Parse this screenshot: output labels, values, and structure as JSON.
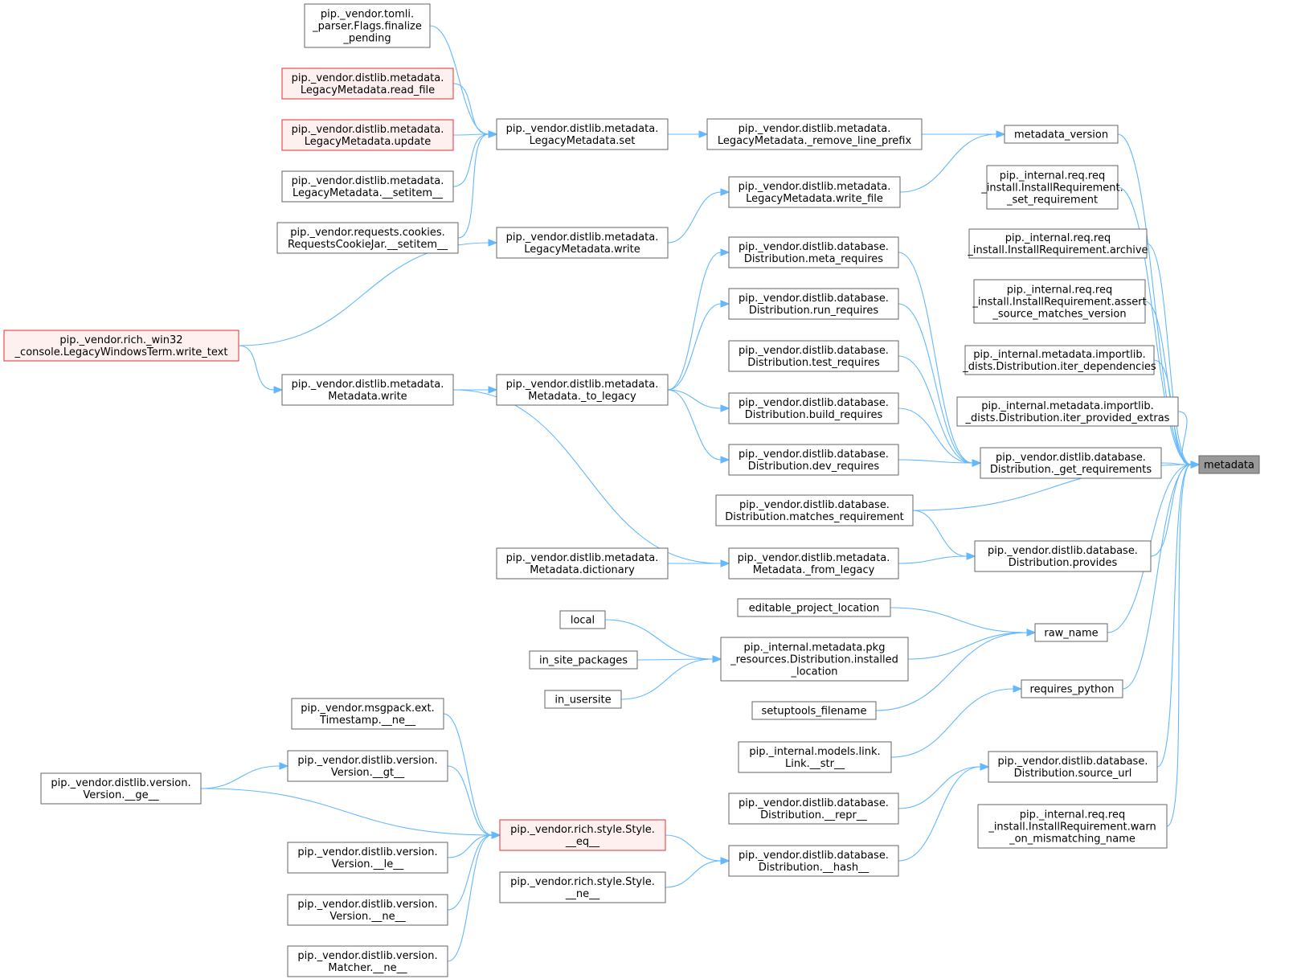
{
  "colors": {
    "edge": "#63b8ff",
    "node_border": "#666666",
    "highlight_border": "#e03030",
    "highlight_fill": "#fff0f0",
    "focus_fill": "#999999"
  },
  "nodes": [
    {
      "id": "metadata",
      "lines": [
        "metadata"
      ],
      "style": "focus"
    },
    {
      "id": "metadata_version",
      "lines": [
        "metadata_version"
      ],
      "style": "normal"
    },
    {
      "id": "set_requirement",
      "lines": [
        "pip._internal.req.req",
        "_install.InstallRequirement.",
        "_set_requirement"
      ],
      "style": "normal"
    },
    {
      "id": "archive",
      "lines": [
        "pip._internal.req.req",
        "_install.InstallRequirement.archive"
      ],
      "style": "normal"
    },
    {
      "id": "assert_source",
      "lines": [
        "pip._internal.req.req",
        "_install.InstallRequirement.assert",
        "_source_matches_version"
      ],
      "style": "normal"
    },
    {
      "id": "iter_dependencies",
      "lines": [
        "pip._internal.metadata.importlib.",
        "_dists.Distribution.iter_dependencies"
      ],
      "style": "normal"
    },
    {
      "id": "iter_provided_extras",
      "lines": [
        "pip._internal.metadata.importlib.",
        "_dists.Distribution.iter_provided_extras"
      ],
      "style": "normal"
    },
    {
      "id": "get_requirements",
      "lines": [
        "pip._vendor.distlib.database.",
        "Distribution._get_requirements"
      ],
      "style": "normal"
    },
    {
      "id": "matches_requirement",
      "lines": [
        "pip._vendor.distlib.database.",
        "Distribution.matches_requirement"
      ],
      "style": "normal"
    },
    {
      "id": "provides",
      "lines": [
        "pip._vendor.distlib.database.",
        "Distribution.provides"
      ],
      "style": "normal"
    },
    {
      "id": "raw_name",
      "lines": [
        "raw_name"
      ],
      "style": "normal"
    },
    {
      "id": "requires_python",
      "lines": [
        "requires_python"
      ],
      "style": "normal"
    },
    {
      "id": "source_url",
      "lines": [
        "pip._vendor.distlib.database.",
        "Distribution.source_url"
      ],
      "style": "normal"
    },
    {
      "id": "warn_on_mismatching",
      "lines": [
        "pip._internal.req.req",
        "_install.InstallRequirement.warn",
        "_on_mismatching_name"
      ],
      "style": "normal"
    },
    {
      "id": "remove_line_prefix",
      "lines": [
        "pip._vendor.distlib.metadata.",
        "LegacyMetadata._remove_line_prefix"
      ],
      "style": "normal"
    },
    {
      "id": "write_file",
      "lines": [
        "pip._vendor.distlib.metadata.",
        "LegacyMetadata.write_file"
      ],
      "style": "normal"
    },
    {
      "id": "meta_requires",
      "lines": [
        "pip._vendor.distlib.database.",
        "Distribution.meta_requires"
      ],
      "style": "normal"
    },
    {
      "id": "run_requires",
      "lines": [
        "pip._vendor.distlib.database.",
        "Distribution.run_requires"
      ],
      "style": "normal"
    },
    {
      "id": "test_requires",
      "lines": [
        "pip._vendor.distlib.database.",
        "Distribution.test_requires"
      ],
      "style": "normal"
    },
    {
      "id": "build_requires",
      "lines": [
        "pip._vendor.distlib.database.",
        "Distribution.build_requires"
      ],
      "style": "normal"
    },
    {
      "id": "dev_requires",
      "lines": [
        "pip._vendor.distlib.database.",
        "Distribution.dev_requires"
      ],
      "style": "normal"
    },
    {
      "id": "from_legacy",
      "lines": [
        "pip._vendor.distlib.metadata.",
        "Metadata._from_legacy"
      ],
      "style": "normal"
    },
    {
      "id": "editable_project_location",
      "lines": [
        "editable_project_location"
      ],
      "style": "normal"
    },
    {
      "id": "installed_location",
      "lines": [
        "pip._internal.metadata.pkg",
        "_resources.Distribution.installed",
        "_location"
      ],
      "style": "normal"
    },
    {
      "id": "setuptools_filename",
      "lines": [
        "setuptools_filename"
      ],
      "style": "normal"
    },
    {
      "id": "link_str",
      "lines": [
        "pip._internal.models.link.",
        "Link.__str__"
      ],
      "style": "normal"
    },
    {
      "id": "dist_repr",
      "lines": [
        "pip._vendor.distlib.database.",
        "Distribution.__repr__"
      ],
      "style": "normal"
    },
    {
      "id": "dist_hash",
      "lines": [
        "pip._vendor.distlib.database.",
        "Distribution.__hash__"
      ],
      "style": "normal"
    },
    {
      "id": "lm_set",
      "lines": [
        "pip._vendor.distlib.metadata.",
        "LegacyMetadata.set"
      ],
      "style": "normal"
    },
    {
      "id": "lm_write",
      "lines": [
        "pip._vendor.distlib.metadata.",
        "LegacyMetadata.write"
      ],
      "style": "normal"
    },
    {
      "id": "to_legacy",
      "lines": [
        "pip._vendor.distlib.metadata.",
        "Metadata._to_legacy"
      ],
      "style": "normal"
    },
    {
      "id": "md_dictionary",
      "lines": [
        "pip._vendor.distlib.metadata.",
        "Metadata.dictionary"
      ],
      "style": "normal"
    },
    {
      "id": "local",
      "lines": [
        "local"
      ],
      "style": "normal"
    },
    {
      "id": "in_site_packages",
      "lines": [
        "in_site_packages"
      ],
      "style": "normal"
    },
    {
      "id": "in_usersite",
      "lines": [
        "in_usersite"
      ],
      "style": "normal"
    },
    {
      "id": "style_eq",
      "lines": [
        "pip._vendor.rich.style.Style.",
        "__eq__"
      ],
      "style": "red"
    },
    {
      "id": "style_ne",
      "lines": [
        "pip._vendor.rich.style.Style.",
        "__ne__"
      ],
      "style": "normal"
    },
    {
      "id": "tomli_finalize",
      "lines": [
        "pip._vendor.tomli.",
        "_parser.Flags.finalize",
        "_pending"
      ],
      "style": "normal"
    },
    {
      "id": "read_file",
      "lines": [
        "pip._vendor.distlib.metadata.",
        "LegacyMetadata.read_file"
      ],
      "style": "red"
    },
    {
      "id": "lm_update",
      "lines": [
        "pip._vendor.distlib.metadata.",
        "LegacyMetadata.update"
      ],
      "style": "red"
    },
    {
      "id": "lm_setitem",
      "lines": [
        "pip._vendor.distlib.metadata.",
        "LegacyMetadata.__setitem__"
      ],
      "style": "normal"
    },
    {
      "id": "cookiejar_setitem",
      "lines": [
        "pip._vendor.requests.cookies.",
        "RequestsCookieJar.__setitem__"
      ],
      "style": "normal"
    },
    {
      "id": "md_write",
      "lines": [
        "pip._vendor.distlib.metadata.",
        "Metadata.write"
      ],
      "style": "normal"
    },
    {
      "id": "msgpack_ne",
      "lines": [
        "pip._vendor.msgpack.ext.",
        "Timestamp.__ne__"
      ],
      "style": "normal"
    },
    {
      "id": "version_gt",
      "lines": [
        "pip._vendor.distlib.version.",
        "Version.__gt__"
      ],
      "style": "normal"
    },
    {
      "id": "version_le",
      "lines": [
        "pip._vendor.distlib.version.",
        "Version.__le__"
      ],
      "style": "normal"
    },
    {
      "id": "version_ne",
      "lines": [
        "pip._vendor.distlib.version.",
        "Version.__ne__"
      ],
      "style": "normal"
    },
    {
      "id": "matcher_ne",
      "lines": [
        "pip._vendor.distlib.version.",
        "Matcher.__ne__"
      ],
      "style": "normal"
    },
    {
      "id": "write_text",
      "lines": [
        "pip._vendor.rich._win32",
        "_console.LegacyWindowsTerm.write_text"
      ],
      "style": "red"
    },
    {
      "id": "version_ge",
      "lines": [
        "pip._vendor.distlib.version.",
        "Version.__ge__"
      ],
      "style": "normal"
    }
  ],
  "edges": [
    [
      "metadata_version",
      "metadata"
    ],
    [
      "set_requirement",
      "metadata"
    ],
    [
      "archive",
      "metadata"
    ],
    [
      "assert_source",
      "metadata"
    ],
    [
      "iter_dependencies",
      "metadata"
    ],
    [
      "iter_provided_extras",
      "metadata"
    ],
    [
      "get_requirements",
      "metadata"
    ],
    [
      "matches_requirement",
      "metadata"
    ],
    [
      "provides",
      "metadata"
    ],
    [
      "raw_name",
      "metadata"
    ],
    [
      "requires_python",
      "metadata"
    ],
    [
      "source_url",
      "metadata"
    ],
    [
      "warn_on_mismatching",
      "metadata"
    ],
    [
      "remove_line_prefix",
      "metadata_version"
    ],
    [
      "write_file",
      "metadata_version"
    ],
    [
      "meta_requires",
      "get_requirements"
    ],
    [
      "run_requires",
      "get_requirements"
    ],
    [
      "test_requires",
      "get_requirements"
    ],
    [
      "build_requires",
      "get_requirements"
    ],
    [
      "dev_requires",
      "get_requirements"
    ],
    [
      "matches_requirement",
      "provides"
    ],
    [
      "from_legacy",
      "provides"
    ],
    [
      "editable_project_location",
      "raw_name"
    ],
    [
      "installed_location",
      "raw_name"
    ],
    [
      "setuptools_filename",
      "raw_name"
    ],
    [
      "link_str",
      "requires_python"
    ],
    [
      "dist_repr",
      "source_url"
    ],
    [
      "dist_hash",
      "source_url"
    ],
    [
      "lm_set",
      "remove_line_prefix"
    ],
    [
      "lm_write",
      "write_file"
    ],
    [
      "to_legacy",
      "meta_requires"
    ],
    [
      "to_legacy",
      "run_requires"
    ],
    [
      "to_legacy",
      "build_requires"
    ],
    [
      "to_legacy",
      "dev_requires"
    ],
    [
      "md_dictionary",
      "from_legacy"
    ],
    [
      "local",
      "installed_location"
    ],
    [
      "in_site_packages",
      "installed_location"
    ],
    [
      "in_usersite",
      "installed_location"
    ],
    [
      "style_eq",
      "dist_hash"
    ],
    [
      "style_ne",
      "dist_hash"
    ],
    [
      "tomli_finalize",
      "lm_set"
    ],
    [
      "read_file",
      "lm_set"
    ],
    [
      "lm_update",
      "lm_set"
    ],
    [
      "lm_setitem",
      "lm_set"
    ],
    [
      "cookiejar_setitem",
      "lm_set"
    ],
    [
      "write_text",
      "lm_write"
    ],
    [
      "md_write",
      "to_legacy"
    ],
    [
      "md_write",
      "from_legacy"
    ],
    [
      "msgpack_ne",
      "style_eq"
    ],
    [
      "version_gt",
      "style_eq"
    ],
    [
      "version_le",
      "style_eq"
    ],
    [
      "version_ne",
      "style_eq"
    ],
    [
      "matcher_ne",
      "style_eq"
    ],
    [
      "version_ge",
      "style_eq"
    ],
    [
      "write_text",
      "md_write"
    ],
    [
      "version_ge",
      "version_gt"
    ]
  ]
}
